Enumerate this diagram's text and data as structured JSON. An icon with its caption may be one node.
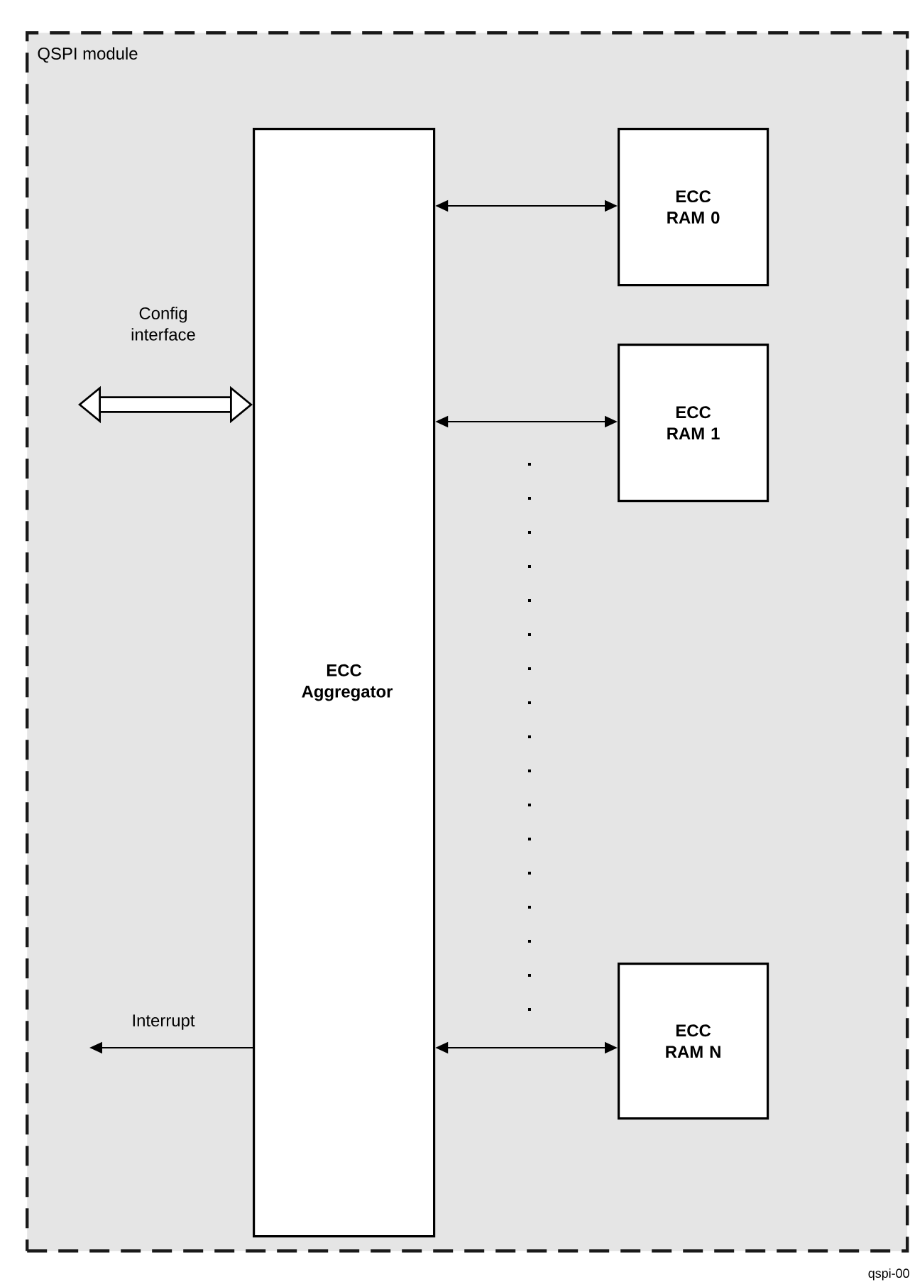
{
  "diagram": {
    "nodes": [
      {
        "text": [
          "QSPI module"
        ]
      },
      {
        "text": [
          "ECC Aggregator"
        ],
        "in": 0
      },
      {
        "text": [
          "ECC RAM 0"
        ],
        "in": 0
      },
      {
        "text": [
          "ECC RAM 1"
        ],
        "in": 0
      },
      {
        "text": [
          "ECC RAM N"
        ],
        "in": 0
      }
    ],
    "edges": [
      {
        "from": 1,
        "to": 2,
        "arrow": "both"
      },
      {
        "from": 1,
        "to": 3,
        "arrow": "both"
      },
      {
        "from": 1,
        "to": 4,
        "arrow": "both"
      },
      {
        "from": null,
        "to": 1,
        "arrow": "both",
        "label": "Config interface",
        "style": "thick"
      },
      {
        "from": 1,
        "to": null,
        "arrow": "to",
        "label": "Interrupt"
      }
    ],
    "labels": [
      "qspi-00"
    ]
  }
}
